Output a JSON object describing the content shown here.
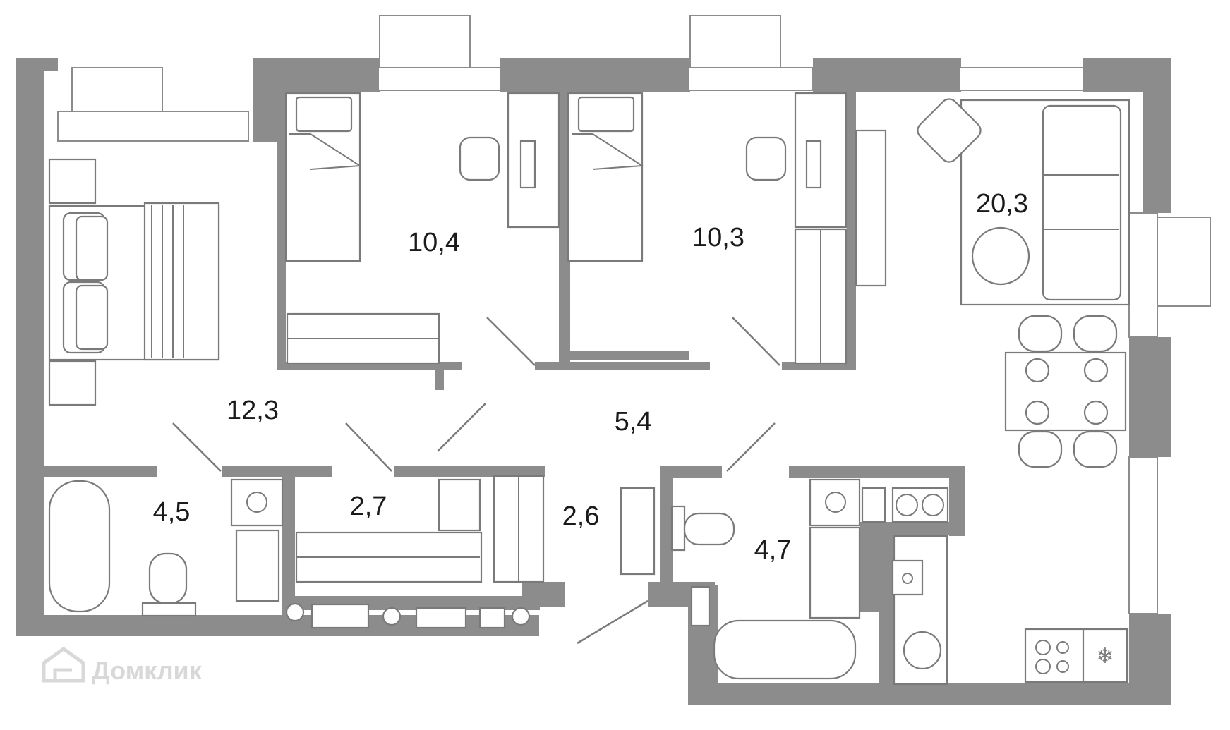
{
  "rooms": [
    {
      "id": "bedroom",
      "area": "12,3"
    },
    {
      "id": "room-1",
      "area": "10,4"
    },
    {
      "id": "room-2",
      "area": "10,3"
    },
    {
      "id": "living-kitchen",
      "area": "20,3"
    },
    {
      "id": "hall",
      "area": "5,4"
    },
    {
      "id": "bathroom-1",
      "area": "4,5"
    },
    {
      "id": "wardrobe",
      "area": "2,7"
    },
    {
      "id": "corridor",
      "area": "2,6"
    },
    {
      "id": "bathroom-2",
      "area": "4,7"
    }
  ],
  "watermark": {
    "text": "Домклик",
    "icon": "house-logo-icon"
  },
  "colors": {
    "wall": "#8c8c8c",
    "line": "#7a7a7a",
    "background": "#ffffff"
  }
}
